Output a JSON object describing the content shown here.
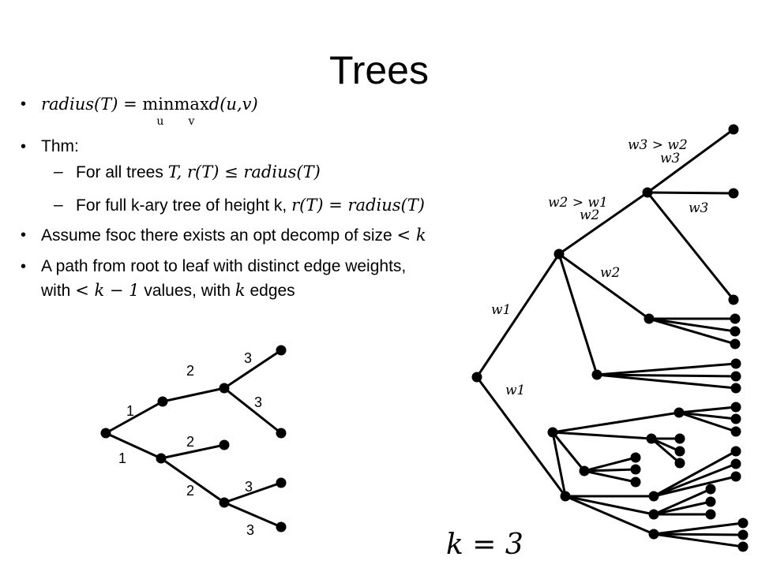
{
  "title": "Trees",
  "bullets": {
    "b1": {
      "lhs": "radius(T) = ",
      "min": "min",
      "min_sub": "u",
      "max": "max",
      "max_sub": "v",
      "rhs": "d(u,v)"
    },
    "b2": "Thm:",
    "b2a": {
      "pre": "For all trees ",
      "math": "T, r(T) ≤ radius(T)"
    },
    "b2b": {
      "pre": "For full k-ary tree of height k, ",
      "math": "r(T) = radius(T)"
    },
    "b3": {
      "pre": "Assume fsoc there exists an opt decomp of size ",
      "math": "< k"
    },
    "b4_line1": "A path from root to leaf with distinct edge weights,",
    "b4_line2": {
      "pre": "with ",
      "math": "< k − 1",
      "mid": " values, with ",
      "math2": "k",
      "post": " edges"
    }
  },
  "small_tree": {
    "labels": [
      "3",
      "2",
      "3",
      "1",
      "2",
      "1",
      "3",
      "2",
      "3"
    ]
  },
  "big_tree": {
    "labels": [
      "w3 > w2",
      "w3",
      "w2 > w1",
      "w2",
      "w3",
      "w2",
      "w1",
      "w1"
    ]
  },
  "k_label": "k = 3"
}
